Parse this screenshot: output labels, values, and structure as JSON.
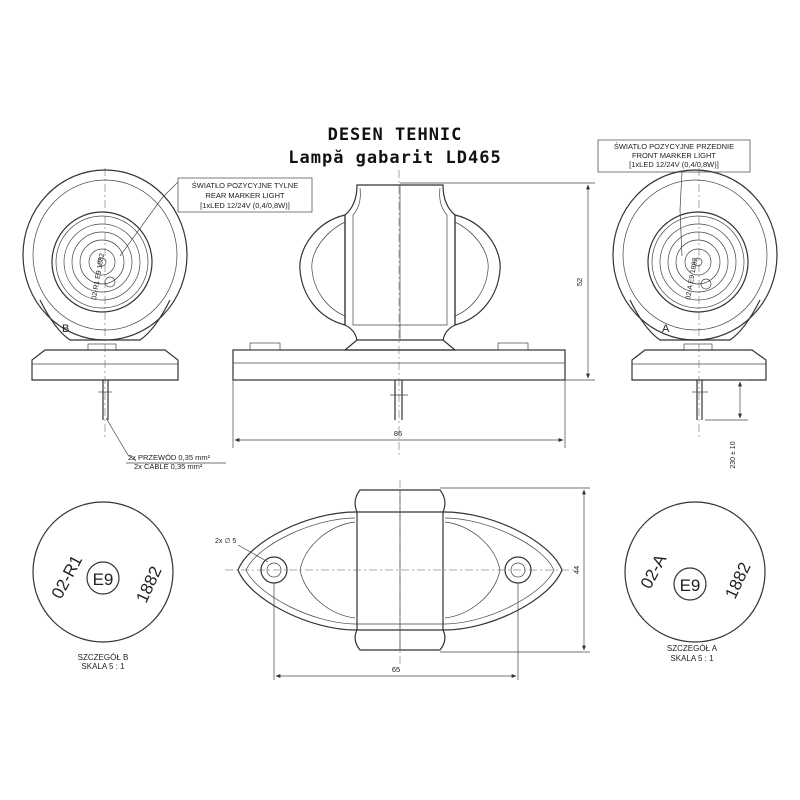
{
  "title": {
    "line1": "DESEN TEHNIC",
    "line2": "Lampă gabarit LD465"
  },
  "labels": {
    "rear": {
      "pl": "ŚWIATŁO POZYCYJNE TYLNE",
      "en": "REAR MARKER LIGHT",
      "spec": "[1xLED 12/24V (0,4/0,8W)]"
    },
    "front": {
      "pl": "ŚWIATŁO POZYCYJNE PRZEDNIE",
      "en": "FRONT MARKER LIGHT",
      "spec": "[1xLED 12/24V (0,4/0,8W)]"
    },
    "wire": {
      "pl": "2x PRZEWÓD 0,35 mm²",
      "en": "2x CABLE 0,35 mm²"
    },
    "detail_b": {
      "name": "SZCZEGÓŁ B",
      "scale": "SKALA 5 : 1",
      "marker": "B"
    },
    "detail_a": {
      "name": "SZCZEGÓŁ A",
      "scale": "SKALA 5 : 1",
      "marker": "A"
    },
    "hole": "2x ∅ 5"
  },
  "dimensions": {
    "width_side": "86",
    "height": "52",
    "cable": "230 ± 10",
    "base_height": "44",
    "base_width": "65"
  },
  "markings": {
    "b": {
      "code": "02-R1",
      "approval": "E9",
      "number": "1882"
    },
    "a": {
      "code": "02-A",
      "approval": "E9",
      "number": "1882"
    },
    "lens_rear": "02-R1 E9 1882",
    "lens_front": "02-A E9 1882"
  }
}
